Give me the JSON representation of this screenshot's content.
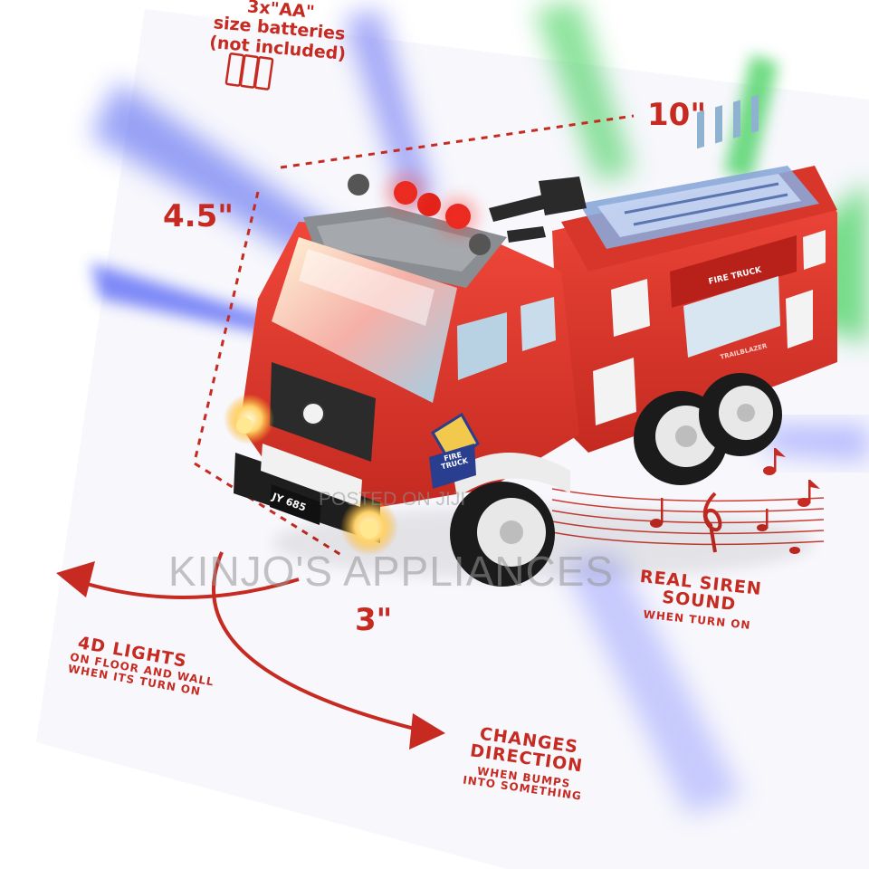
{
  "battery": {
    "line1": "3x\"AA\"",
    "line2": "size batteries",
    "line3": "(not included)",
    "icon": "battery-icon"
  },
  "dimensions": {
    "length": "10\"",
    "height": "4.5\"",
    "width": "3\""
  },
  "truck": {
    "side_sign": "FIRE TRUCK",
    "sub_sign": "TRAILBLAZER",
    "door_badge": "FIRE TRUCK",
    "plate": "JY 685"
  },
  "features": {
    "lights": {
      "title": "4D LIGHTS",
      "line1": "ON FLOOR AND WALL",
      "line2": "WHEN ITS TURN ON"
    },
    "sound": {
      "title1": "REAL SIREN",
      "title2": "SOUND",
      "line1": "WHEN TURN ON"
    },
    "direction": {
      "title1": "CHANGES",
      "title2": "DIRECTION",
      "line1": "WHEN BUMPS",
      "line2": "INTO SOMETHING"
    }
  },
  "watermark": {
    "posted": "POSTED ON JIJI",
    "seller": "KINJO'S APPLIANCES"
  },
  "colors": {
    "accent_red": "#c62a20",
    "truck_red": "#e23a2e",
    "light_blue": "#4a5cf0",
    "light_green": "#3fd05a"
  }
}
